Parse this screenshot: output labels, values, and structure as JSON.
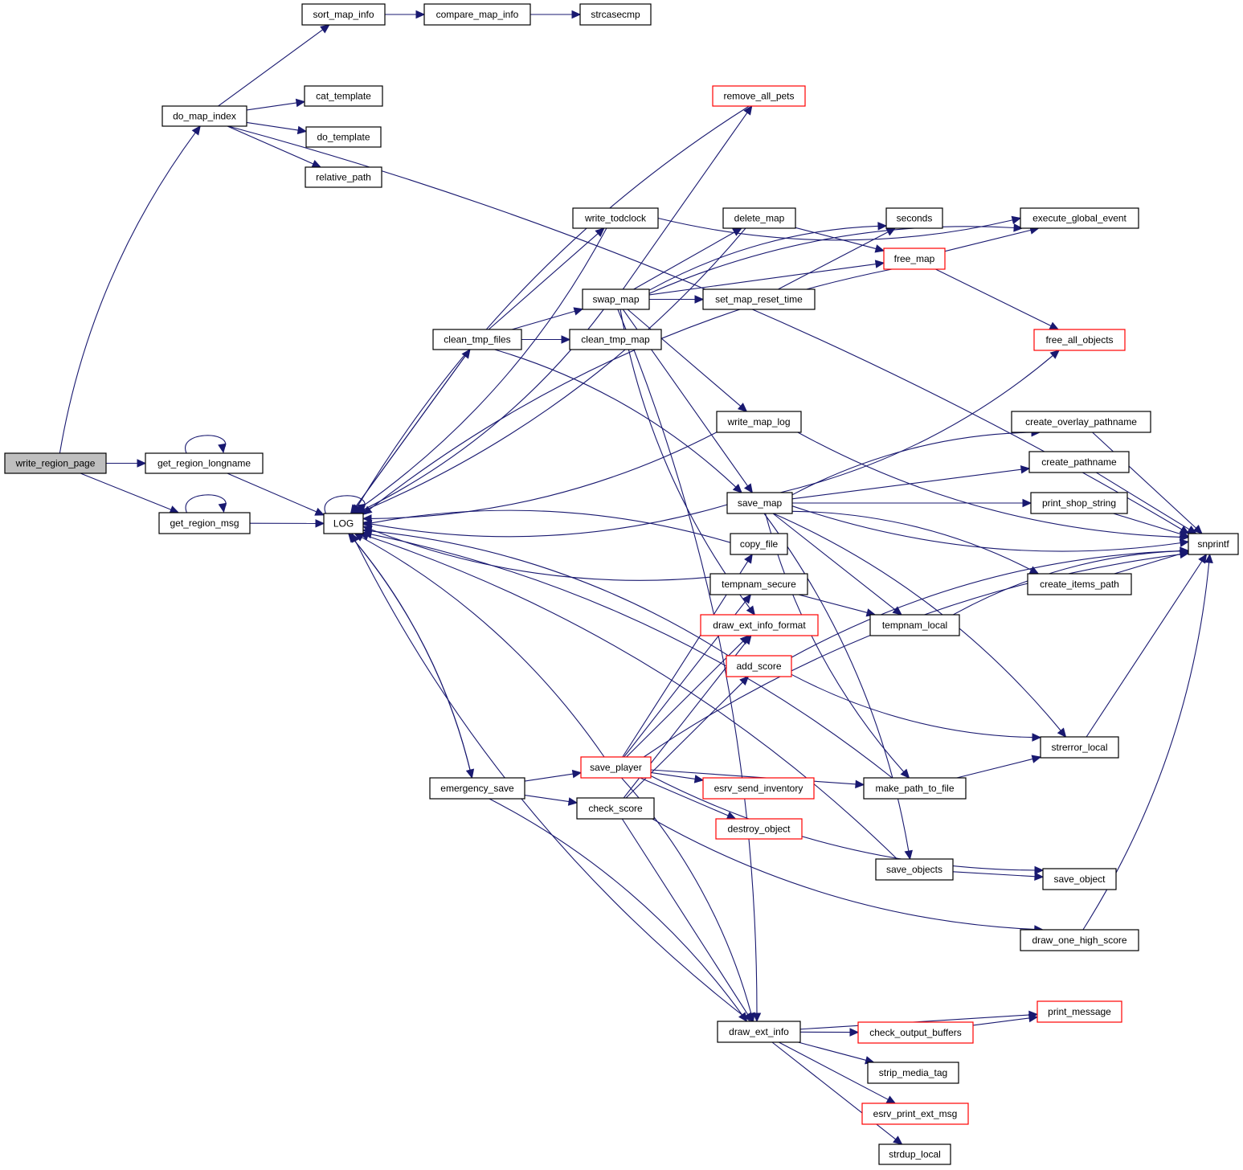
{
  "diagram": {
    "type": "call-graph",
    "colors": {
      "edge": "#191970",
      "node_border": "#000000",
      "node_border_truncated": "#ff0000",
      "root_fill": "#bfbfbf",
      "node_fill": "#ffffff"
    },
    "nodes": [
      {
        "id": "write_region_page",
        "label": "write_region_page",
        "root": true
      },
      {
        "id": "do_map_index",
        "label": "do_map_index"
      },
      {
        "id": "sort_map_info",
        "label": "sort_map_info"
      },
      {
        "id": "compare_map_info",
        "label": "compare_map_info"
      },
      {
        "id": "strcasecmp",
        "label": "strcasecmp"
      },
      {
        "id": "cat_template",
        "label": "cat_template"
      },
      {
        "id": "do_template",
        "label": "do_template"
      },
      {
        "id": "relative_path",
        "label": "relative_path"
      },
      {
        "id": "get_region_longname",
        "label": "get_region_longname"
      },
      {
        "id": "get_region_msg",
        "label": "get_region_msg"
      },
      {
        "id": "LOG",
        "label": "LOG"
      },
      {
        "id": "remove_all_pets",
        "label": "remove_all_pets",
        "truncated": true
      },
      {
        "id": "write_todclock",
        "label": "write_todclock"
      },
      {
        "id": "delete_map",
        "label": "delete_map"
      },
      {
        "id": "seconds",
        "label": "seconds"
      },
      {
        "id": "execute_global_event",
        "label": "execute_global_event"
      },
      {
        "id": "free_map",
        "label": "free_map",
        "truncated": true
      },
      {
        "id": "swap_map",
        "label": "swap_map"
      },
      {
        "id": "set_map_reset_time",
        "label": "set_map_reset_time"
      },
      {
        "id": "clean_tmp_files",
        "label": "clean_tmp_files"
      },
      {
        "id": "clean_tmp_map",
        "label": "clean_tmp_map"
      },
      {
        "id": "free_all_objects",
        "label": "free_all_objects",
        "truncated": true
      },
      {
        "id": "write_map_log",
        "label": "write_map_log"
      },
      {
        "id": "create_overlay_pathname",
        "label": "create_overlay_pathname"
      },
      {
        "id": "create_pathname",
        "label": "create_pathname"
      },
      {
        "id": "save_map",
        "label": "save_map"
      },
      {
        "id": "print_shop_string",
        "label": "print_shop_string"
      },
      {
        "id": "snprintf",
        "label": "snprintf"
      },
      {
        "id": "copy_file",
        "label": "copy_file"
      },
      {
        "id": "tempnam_secure",
        "label": "tempnam_secure"
      },
      {
        "id": "draw_ext_info_format",
        "label": "draw_ext_info_format",
        "truncated": true
      },
      {
        "id": "tempnam_local",
        "label": "tempnam_local"
      },
      {
        "id": "create_items_path",
        "label": "create_items_path"
      },
      {
        "id": "add_score",
        "label": "add_score",
        "truncated": true
      },
      {
        "id": "strerror_local",
        "label": "strerror_local"
      },
      {
        "id": "save_player",
        "label": "save_player",
        "truncated": true
      },
      {
        "id": "emergency_save",
        "label": "emergency_save"
      },
      {
        "id": "check_score",
        "label": "check_score"
      },
      {
        "id": "esrv_send_inventory",
        "label": "esrv_send_inventory",
        "truncated": true
      },
      {
        "id": "make_path_to_file",
        "label": "make_path_to_file"
      },
      {
        "id": "destroy_object",
        "label": "destroy_object",
        "truncated": true
      },
      {
        "id": "save_objects",
        "label": "save_objects"
      },
      {
        "id": "save_object",
        "label": "save_object"
      },
      {
        "id": "draw_one_high_score",
        "label": "draw_one_high_score"
      },
      {
        "id": "draw_ext_info",
        "label": "draw_ext_info"
      },
      {
        "id": "print_message",
        "label": "print_message",
        "truncated": true
      },
      {
        "id": "check_output_buffers",
        "label": "check_output_buffers",
        "truncated": true
      },
      {
        "id": "strip_media_tag",
        "label": "strip_media_tag"
      },
      {
        "id": "esrv_print_ext_msg",
        "label": "esrv_print_ext_msg",
        "truncated": true
      },
      {
        "id": "strdup_local",
        "label": "strdup_local"
      }
    ],
    "edges": [
      [
        "write_region_page",
        "do_map_index"
      ],
      [
        "write_region_page",
        "get_region_longname"
      ],
      [
        "write_region_page",
        "get_region_msg"
      ],
      [
        "do_map_index",
        "sort_map_info"
      ],
      [
        "do_map_index",
        "snprintf"
      ],
      [
        "do_map_index",
        "cat_template"
      ],
      [
        "do_map_index",
        "do_template"
      ],
      [
        "do_map_index",
        "relative_path"
      ],
      [
        "sort_map_info",
        "compare_map_info"
      ],
      [
        "compare_map_info",
        "strcasecmp"
      ],
      [
        "get_region_longname",
        "get_region_longname"
      ],
      [
        "get_region_longname",
        "LOG"
      ],
      [
        "get_region_msg",
        "get_region_msg"
      ],
      [
        "get_region_msg",
        "LOG"
      ],
      [
        "LOG",
        "LOG"
      ],
      [
        "LOG",
        "clean_tmp_files"
      ],
      [
        "LOG",
        "emergency_save"
      ],
      [
        "remove_all_pets",
        "LOG"
      ],
      [
        "write_todclock",
        "LOG"
      ],
      [
        "write_todclock",
        "execute_global_event"
      ],
      [
        "delete_map",
        "LOG"
      ],
      [
        "delete_map",
        "free_map"
      ],
      [
        "swap_map",
        "LOG"
      ],
      [
        "swap_map",
        "remove_all_pets"
      ],
      [
        "swap_map",
        "execute_global_event"
      ],
      [
        "swap_map",
        "delete_map"
      ],
      [
        "swap_map",
        "seconds"
      ],
      [
        "swap_map",
        "set_map_reset_time"
      ],
      [
        "swap_map",
        "free_map"
      ],
      [
        "swap_map",
        "write_map_log"
      ],
      [
        "swap_map",
        "save_map"
      ],
      [
        "swap_map",
        "draw_ext_info_format"
      ],
      [
        "swap_map",
        "draw_ext_info"
      ],
      [
        "set_map_reset_time",
        "seconds"
      ],
      [
        "clean_tmp_files",
        "LOG"
      ],
      [
        "clean_tmp_files",
        "write_todclock"
      ],
      [
        "clean_tmp_files",
        "swap_map"
      ],
      [
        "clean_tmp_files",
        "clean_tmp_map"
      ],
      [
        "clean_tmp_files",
        "save_map"
      ],
      [
        "free_map",
        "LOG"
      ],
      [
        "free_map",
        "execute_global_event"
      ],
      [
        "free_map",
        "free_all_objects"
      ],
      [
        "write_map_log",
        "LOG"
      ],
      [
        "write_map_log",
        "snprintf"
      ],
      [
        "save_map",
        "LOG"
      ],
      [
        "save_map",
        "free_all_objects"
      ],
      [
        "save_map",
        "create_overlay_pathname"
      ],
      [
        "save_map",
        "create_pathname"
      ],
      [
        "save_map",
        "print_shop_string"
      ],
      [
        "save_map",
        "snprintf"
      ],
      [
        "save_map",
        "create_items_path"
      ],
      [
        "save_map",
        "tempnam_local"
      ],
      [
        "save_map",
        "strerror_local"
      ],
      [
        "save_map",
        "make_path_to_file"
      ],
      [
        "save_map",
        "save_objects"
      ],
      [
        "create_overlay_pathname",
        "snprintf"
      ],
      [
        "create_pathname",
        "snprintf"
      ],
      [
        "print_shop_string",
        "snprintf"
      ],
      [
        "create_items_path",
        "snprintf"
      ],
      [
        "copy_file",
        "LOG"
      ],
      [
        "tempnam_secure",
        "LOG"
      ],
      [
        "tempnam_secure",
        "tempnam_local"
      ],
      [
        "tempnam_local",
        "snprintf"
      ],
      [
        "add_score",
        "LOG"
      ],
      [
        "add_score",
        "snprintf"
      ],
      [
        "add_score",
        "strerror_local"
      ],
      [
        "strerror_local",
        "snprintf"
      ],
      [
        "make_path_to_file",
        "LOG"
      ],
      [
        "make_path_to_file",
        "strerror_local"
      ],
      [
        "save_objects",
        "LOG"
      ],
      [
        "save_objects",
        "save_object"
      ],
      [
        "save_player",
        "LOG"
      ],
      [
        "save_player",
        "copy_file"
      ],
      [
        "save_player",
        "tempnam_secure"
      ],
      [
        "save_player",
        "draw_ext_info_format"
      ],
      [
        "save_player",
        "make_path_to_file"
      ],
      [
        "save_player",
        "esrv_send_inventory"
      ],
      [
        "save_player",
        "destroy_object"
      ],
      [
        "save_player",
        "snprintf"
      ],
      [
        "save_player",
        "save_object"
      ],
      [
        "save_player",
        "draw_ext_info"
      ],
      [
        "emergency_save",
        "LOG"
      ],
      [
        "emergency_save",
        "save_player"
      ],
      [
        "emergency_save",
        "check_score"
      ],
      [
        "emergency_save",
        "draw_ext_info"
      ],
      [
        "check_score",
        "draw_ext_info_format"
      ],
      [
        "check_score",
        "add_score"
      ],
      [
        "check_score",
        "draw_one_high_score"
      ],
      [
        "check_score",
        "draw_ext_info"
      ],
      [
        "draw_one_high_score",
        "snprintf"
      ],
      [
        "draw_ext_info",
        "LOG"
      ],
      [
        "draw_ext_info",
        "print_message"
      ],
      [
        "draw_ext_info",
        "check_output_buffers"
      ],
      [
        "draw_ext_info",
        "strip_media_tag"
      ],
      [
        "draw_ext_info",
        "esrv_print_ext_msg"
      ],
      [
        "draw_ext_info",
        "strdup_local"
      ],
      [
        "check_output_buffers",
        "print_message"
      ]
    ]
  }
}
